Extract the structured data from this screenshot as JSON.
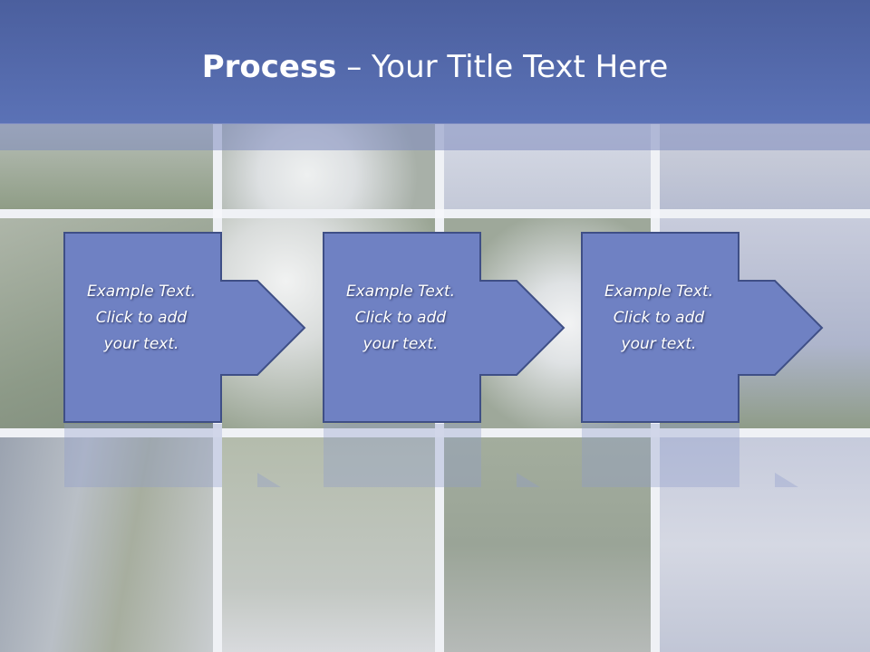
{
  "slide": {
    "title_bold": "Process",
    "title_rest": " – Your Title Text Here"
  },
  "steps": [
    {
      "text": "Example Text.\nClick  to add\nyour text."
    },
    {
      "text": "Example Text.\nClick  to add\nyour text."
    },
    {
      "text": "Example Text.\nClick  to add\nyour text."
    }
  ],
  "colors": {
    "header": "#5b72b6",
    "step_fill": "#6f81c3",
    "step_border": "#3f4f86"
  }
}
